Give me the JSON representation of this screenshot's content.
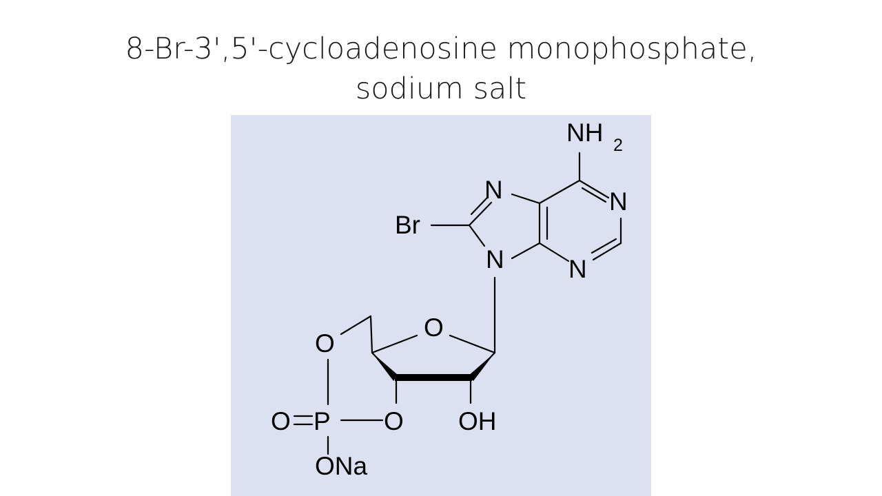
{
  "slide": {
    "title_line1": "8-Br-3',5'-cycloadenosine monophosphate,",
    "title_line2": "sodium salt"
  },
  "structure": {
    "atoms": {
      "nh2": "NH",
      "nh2_sub": "2",
      "n7": "N",
      "n1": "N",
      "br": "Br",
      "n9": "N",
      "n3": "N",
      "o_ring": "O",
      "o5": "O",
      "o_double": "O",
      "p": "P",
      "o3": "O",
      "oh": "OH",
      "ona": "ONa"
    }
  },
  "colors": {
    "panel_background": "#dbe1f1",
    "bond": "#000000"
  }
}
